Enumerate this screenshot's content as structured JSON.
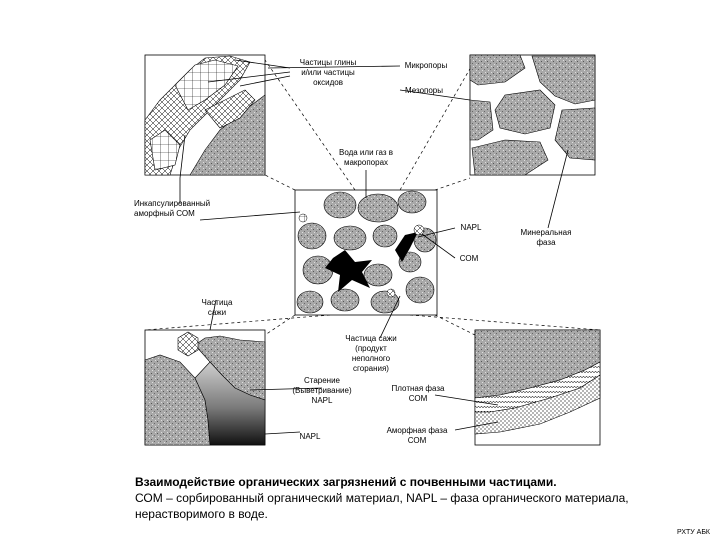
{
  "labels": {
    "clay_particles": "Частицы глины\nи/или частицы\nоксидов",
    "micropores": "Микропоры",
    "mesopores": "Мезопоры",
    "water_gas": "Вода или газ в\nмакропорах",
    "encapsulated_som": "Инкапсулированный\nаморфный СОМ",
    "napl_center": "NAPL",
    "mineral_phase": "Минеральная\nфаза",
    "com_center": "СОМ",
    "soot_particle": "Частица\nсажи",
    "soot_particle_product": "Частица сажи\n(продукт\nнеполного\nсгорания)",
    "aging": "Старение\n(Выветривание)\nNAPL",
    "napl_bottom": "NAPL",
    "dense_phase": "Плотная фаза\nСОМ",
    "amorphous_phase": "Аморфная фаза\nСОМ"
  },
  "caption": {
    "title": "Взаимодействие органических загрязнений с почвенными частицами.",
    "body": "СОМ – сорбированный органический материал, NAPL – фаза органического материала, нерастворимого в воде."
  },
  "footer": "РХТУ АБК",
  "colors": {
    "granite": "#9a9a9a",
    "napl": "#000000",
    "line": "#000000"
  }
}
